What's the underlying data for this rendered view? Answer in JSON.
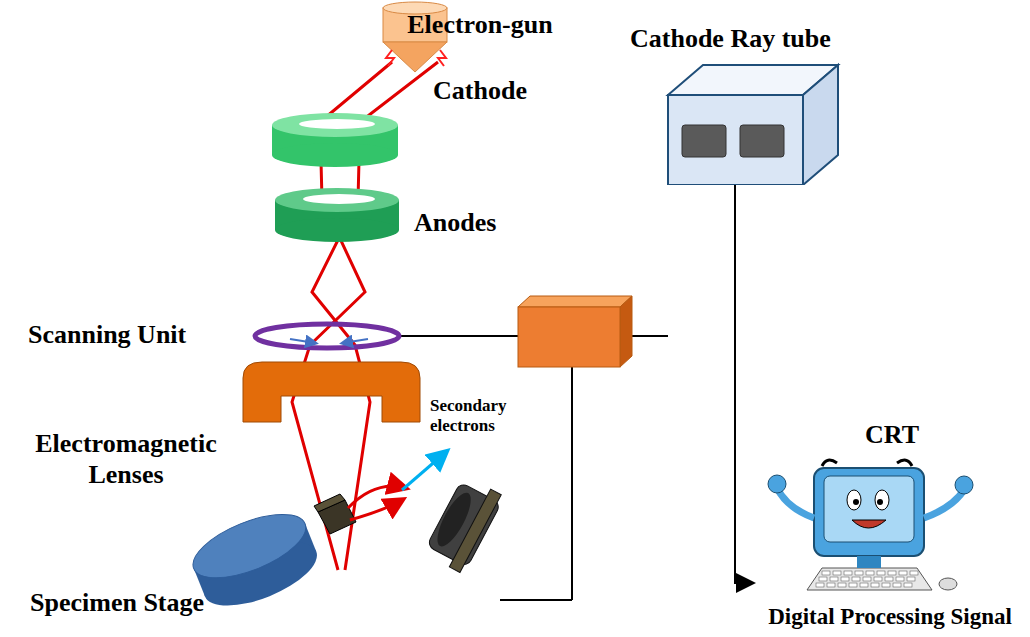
{
  "diagram": {
    "nodes": [
      {
        "text": [
          "Cathode Ray tube"
        ]
      },
      {
        "text": [
          "CRT",
          "Digital Processing Signal"
        ]
      }
    ],
    "edges": [
      {
        "from": 0,
        "to": 1,
        "arrow": "to"
      }
    ],
    "labels": [
      "Electron-gun Cathode",
      "Anodes",
      "Scanning Unit",
      "Secondary electrons",
      "Electromagnetic Lenses",
      "Specimen Stage"
    ]
  }
}
